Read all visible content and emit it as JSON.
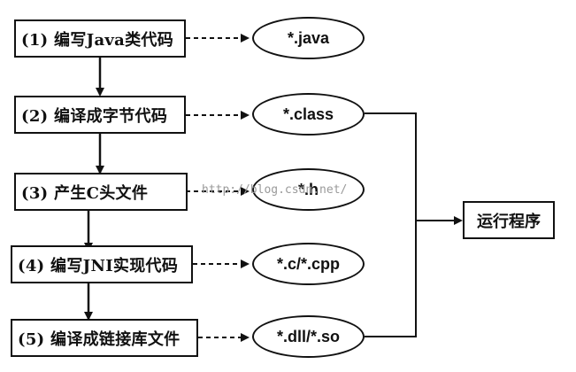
{
  "steps": [
    {
      "label": "(1) 编写Java类代码"
    },
    {
      "label": "(2) 编译成字节代码"
    },
    {
      "label": "(3) 产生C头文件"
    },
    {
      "label": "(4) 编写JNI实现代码"
    },
    {
      "label": "(5) 编译成链接库文件"
    }
  ],
  "outputs": [
    {
      "label": "*.java"
    },
    {
      "label": "*.class"
    },
    {
      "label": "*.h"
    },
    {
      "label": "*.c/*.cpp"
    },
    {
      "label": "*.dll/*.so"
    }
  ],
  "run": {
    "label": "运行程序"
  },
  "watermark": "http://blog.csdn.net/"
}
